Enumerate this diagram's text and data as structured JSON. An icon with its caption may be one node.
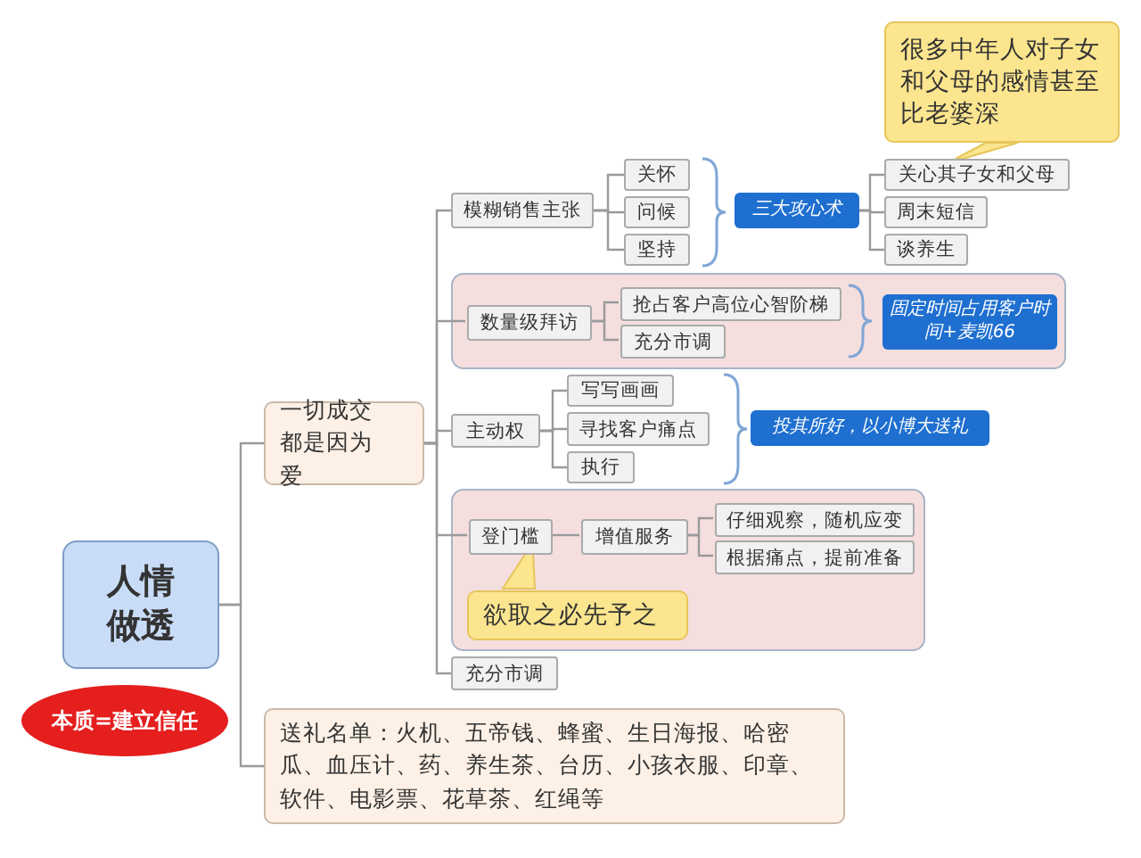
{
  "diagram": {
    "nodes": [
      {
        "text": [
          "人情做透"
        ]
      },
      {
        "text": [
          "本质=建立信任"
        ]
      },
      {
        "text": [
          "一切成交都是因为爱"
        ]
      },
      {
        "text": [
          "模糊销售主张"
        ]
      },
      {
        "text": [
          "关怀"
        ]
      },
      {
        "text": [
          "问候"
        ]
      },
      {
        "text": [
          "坚持"
        ]
      },
      {
        "text": [
          "三大攻心术"
        ]
      },
      {
        "text": [
          "关心其子女和父母"
        ]
      },
      {
        "text": [
          "周末短信"
        ]
      },
      {
        "text": [
          "谈养生"
        ]
      },
      {
        "text": [
          "很多中年人对子女和父母的感情甚至比老婆深"
        ]
      },
      {
        "text": [],
        "shape": "box"
      },
      {
        "text": [
          "数量级拜访"
        ],
        "in": 12
      },
      {
        "text": [
          "抢占客户高位心智阶梯"
        ],
        "in": 12
      },
      {
        "text": [
          "充分市调"
        ],
        "in": 12
      },
      {
        "text": [
          "固定时间占用客户时间+麦凯66"
        ],
        "in": 12
      },
      {
        "text": [
          "主动权"
        ]
      },
      {
        "text": [
          "写写画画"
        ]
      },
      {
        "text": [
          "寻找客户痛点"
        ]
      },
      {
        "text": [
          "执行"
        ]
      },
      {
        "text": [
          "投其所好，以小博大送礼"
        ]
      },
      {
        "text": [],
        "shape": "box"
      },
      {
        "text": [
          "登门槛"
        ],
        "in": 22
      },
      {
        "text": [
          "增值服务"
        ],
        "in": 22
      },
      {
        "text": [
          "仔细观察，随机应变"
        ],
        "in": 22
      },
      {
        "text": [
          "根据痛点，提前准备"
        ],
        "in": 22
      },
      {
        "text": [
          "欲取之必先予之"
        ],
        "in": 22
      },
      {
        "text": [
          "充分市调"
        ]
      },
      {
        "text": [
          "送礼名单：火机、五帝钱、蜂蜜、生日海报、哈密瓜、血压计、药、养生茶、台历、小孩衣服、印章、软件、电影票、花草茶、红绳等"
        ]
      }
    ],
    "edges": [
      {
        "from": 0,
        "to": 2,
        "arrow": "none"
      },
      {
        "from": 0,
        "to": 29,
        "arrow": "none"
      },
      {
        "from": 2,
        "to": 3,
        "arrow": "none"
      },
      {
        "from": 2,
        "to": 13,
        "arrow": "none"
      },
      {
        "from": 2,
        "to": 17,
        "arrow": "none"
      },
      {
        "from": 2,
        "to": 23,
        "arrow": "none"
      },
      {
        "from": 2,
        "to": 28,
        "arrow": "none"
      },
      {
        "from": 3,
        "to": 4,
        "arrow": "none"
      },
      {
        "from": 3,
        "to": 5,
        "arrow": "none"
      },
      {
        "from": 3,
        "to": 6,
        "arrow": "none"
      },
      {
        "from": 7,
        "to": 8,
        "arrow": "none"
      },
      {
        "from": 7,
        "to": 9,
        "arrow": "none"
      },
      {
        "from": 7,
        "to": 10,
        "arrow": "none"
      },
      {
        "from": 11,
        "to": 8,
        "arrow": "none"
      },
      {
        "from": 13,
        "to": 14,
        "arrow": "none"
      },
      {
        "from": 13,
        "to": 15,
        "arrow": "none"
      },
      {
        "from": 17,
        "to": 18,
        "arrow": "none"
      },
      {
        "from": 17,
        "to": 19,
        "arrow": "none"
      },
      {
        "from": 17,
        "to": 20,
        "arrow": "none"
      },
      {
        "from": 23,
        "to": 24,
        "arrow": "none"
      },
      {
        "from": 24,
        "to": 25,
        "arrow": "none"
      },
      {
        "from": 24,
        "to": 26,
        "arrow": "none"
      },
      {
        "from": 27,
        "to": 23,
        "arrow": "none"
      }
    ]
  }
}
